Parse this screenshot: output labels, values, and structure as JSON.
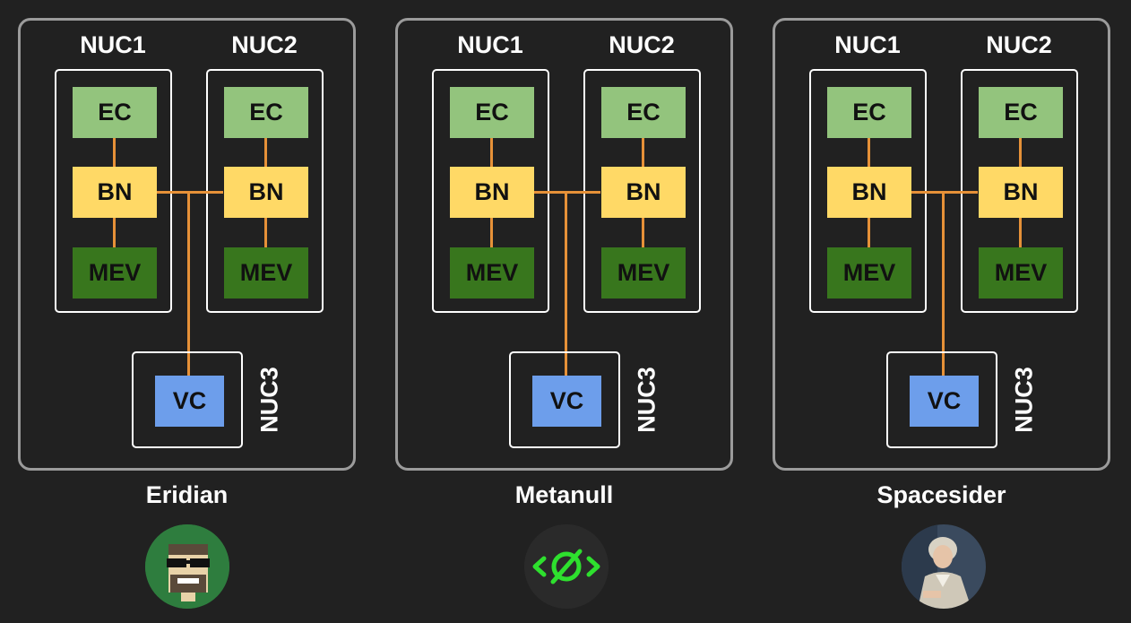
{
  "node_labels": {
    "nuc1": "NUC1",
    "nuc2": "NUC2",
    "nuc3": "NUC3",
    "ec": "EC",
    "bn": "BN",
    "mev": "MEV",
    "vc": "VC"
  },
  "operators": [
    {
      "name": "Eridian",
      "avatar_icon": "pixel-face-sunglasses-icon"
    },
    {
      "name": "Metanull",
      "avatar_icon": "code-null-icon"
    },
    {
      "name": "Spacesider",
      "avatar_icon": "portrait-painting-icon"
    }
  ],
  "colors": {
    "background": "#212121",
    "ec": "#93c47d",
    "bn": "#ffd966",
    "mev": "#38761d",
    "vc": "#6d9eeb",
    "connector": "#e69138",
    "metanull_green": "#2ee02e"
  }
}
